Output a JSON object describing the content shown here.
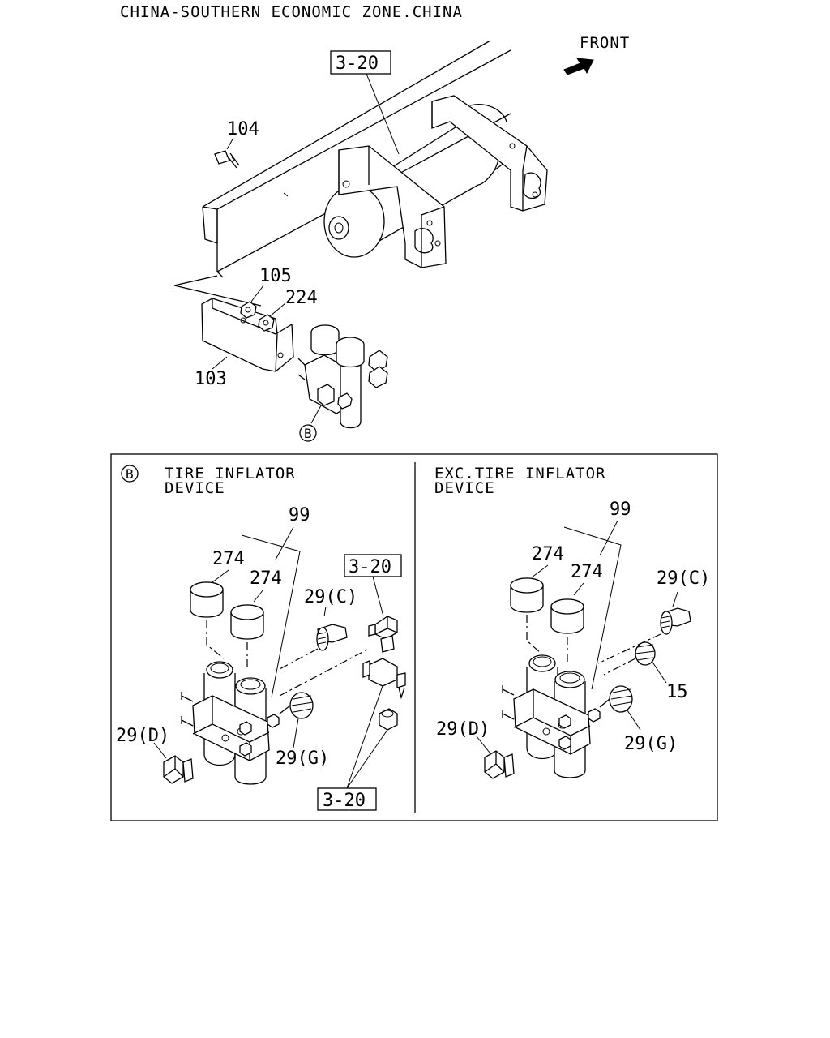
{
  "header": {
    "region": "CHINA-SOUTHERN ECONOMIC ZONE.CHINA"
  },
  "front_label": "FRONT",
  "main": {
    "ref_box": "3-20",
    "callouts": {
      "p104": "104",
      "p105": "105",
      "p224": "224",
      "p103": "103"
    },
    "detail_marker": "B"
  },
  "detail": {
    "marker": "B",
    "left": {
      "title_line1": "TIRE INFLATOR",
      "title_line2": "DEVICE",
      "p99": "99",
      "p274a": "274",
      "p274b": "274",
      "p29c": "29(C)",
      "p29d": "29(D)",
      "p29g": "29(G)",
      "ref_top": "3-20",
      "ref_bottom": "3-20"
    },
    "right": {
      "title_line1": "EXC.TIRE INFLATOR",
      "title_line2": "DEVICE",
      "p99": "99",
      "p274a": "274",
      "p274b": "274",
      "p29c": "29(C)",
      "p15": "15",
      "p29d": "29(D)",
      "p29g": "29(G)"
    }
  }
}
